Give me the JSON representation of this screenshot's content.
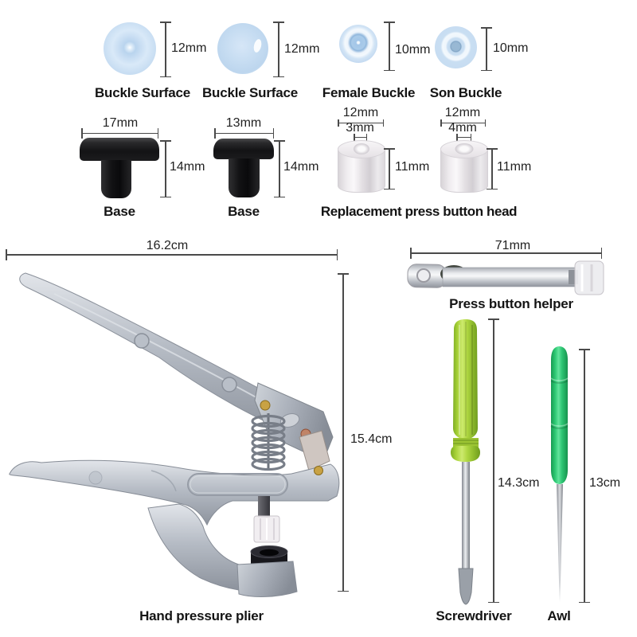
{
  "colors": {
    "background": "#ffffff",
    "text": "#1b1b1b",
    "dimension_line": "#4a4a4a",
    "buckle_blue": "#c6dcf2",
    "base_black": "#141416",
    "replacement_head_clear": "#efecef",
    "plier_silver": "#b4bac3",
    "helper_silver": "#c9ccd2",
    "screwdriver_green": "#a8d238",
    "awl_green": "#2dc873"
  },
  "parts": {
    "buckle_surface_1": {
      "label": "Buckle Surface",
      "diameter": "12mm"
    },
    "buckle_surface_2": {
      "label": "Buckle Surface",
      "diameter": "12mm"
    },
    "female_buckle": {
      "label": "Female Buckle",
      "diameter": "10mm"
    },
    "son_buckle": {
      "label": "Son Buckle",
      "diameter": "10mm"
    },
    "base_1": {
      "label": "Base",
      "top_width": "17mm",
      "height": "14mm"
    },
    "base_2": {
      "label": "Base",
      "top_width": "13mm",
      "height": "14mm"
    },
    "replacement_press_button_head": {
      "label": "Replacement press button head",
      "head_1": {
        "outer_width": "12mm",
        "hole_width": "3mm",
        "height": "11mm"
      },
      "head_2": {
        "outer_width": "12mm",
        "hole_width": "4mm",
        "height": "11mm"
      }
    },
    "hand_pressure_plier": {
      "label": "Hand pressure plier",
      "length": "16.2cm",
      "height": "15.4cm"
    },
    "press_button_helper": {
      "label": "Press button helper",
      "length": "71mm"
    },
    "screwdriver": {
      "label": "Screwdriver",
      "length": "14.3cm"
    },
    "awl": {
      "label": "Awl",
      "length": "13cm"
    }
  }
}
